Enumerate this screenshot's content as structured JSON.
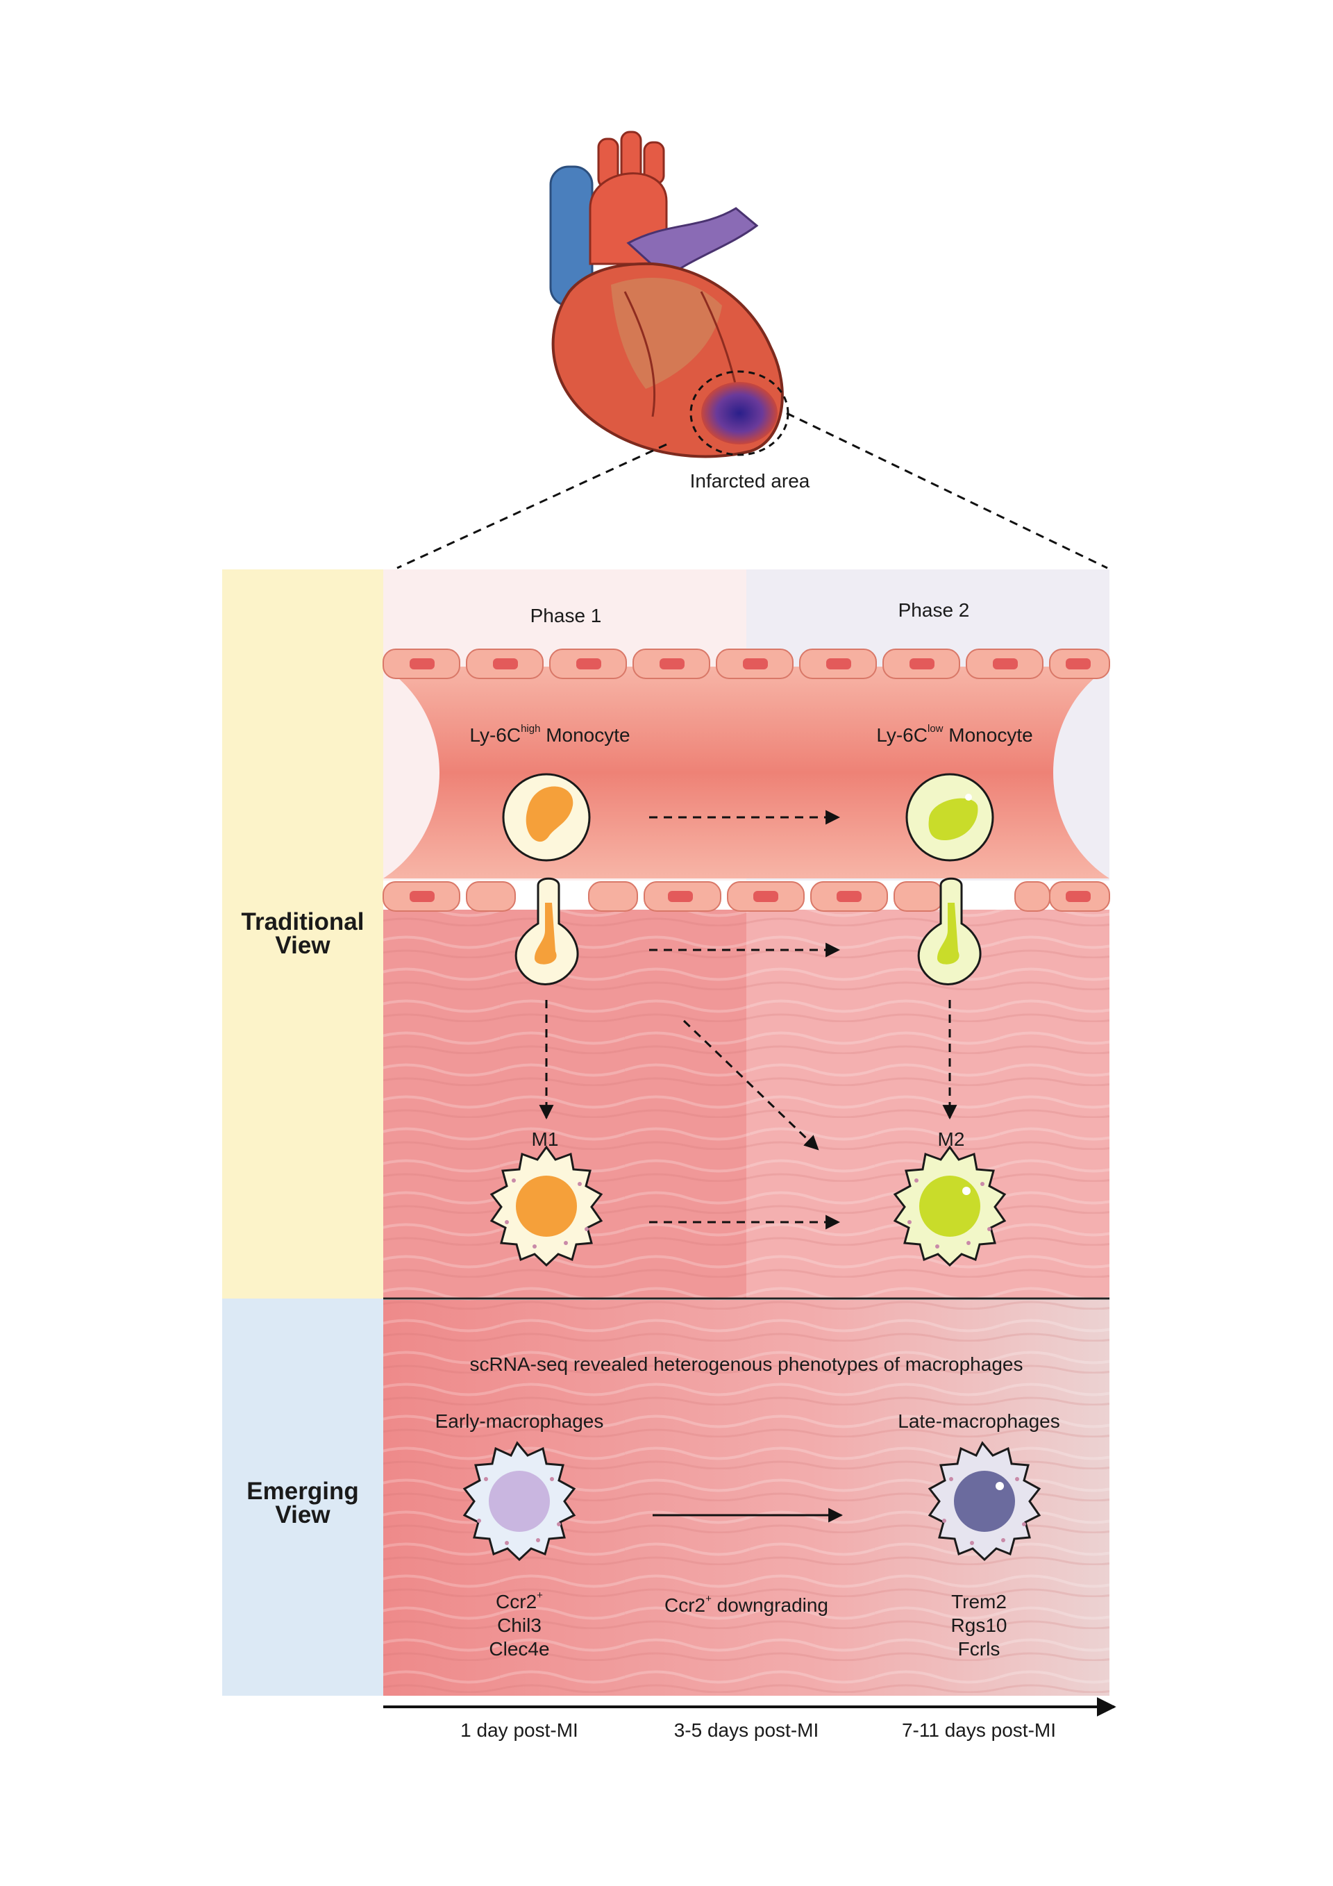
{
  "heart": {
    "infarct_label": "Infarcted area"
  },
  "side_labels": {
    "traditional_line1": "Traditional",
    "traditional_line2": "View",
    "emerging_line1": "Emerging",
    "emerging_line2": "View"
  },
  "traditional": {
    "phase1": "Phase 1",
    "phase2": "Phase 2",
    "monocyte_high": {
      "prefix": "Ly-6C",
      "sup": "high",
      "suffix": " Monocyte",
      "color": "#f5a03a"
    },
    "monocyte_low": {
      "prefix": "Ly-6C",
      "sup": "low",
      "suffix": " Monocyte",
      "color": "#c9dc2a"
    },
    "m1": "M1",
    "m2": "M2"
  },
  "emerging": {
    "headline": "scRNA-seq revealed heterogenous phenotypes of macrophages",
    "early_title": "Early-macrophages",
    "late_title": "Late-macrophages",
    "early_markers": [
      {
        "text": "Ccr2",
        "sup": "+"
      },
      {
        "text": "Chil3",
        "sup": ""
      },
      {
        "text": "Clec4e",
        "sup": ""
      }
    ],
    "transition": {
      "text": "Ccr2",
      "sup": "+",
      "suffix": " downgrading"
    },
    "late_markers": [
      {
        "text": "Trem2",
        "sup": ""
      },
      {
        "text": "Rgs10",
        "sup": ""
      },
      {
        "text": "Fcrls",
        "sup": ""
      }
    ]
  },
  "timeline": [
    "1 day post-MI",
    "3-5 days post-MI",
    "7-11 days post-MI"
  ],
  "colors": {
    "traditional_panel": "#fcf3c9",
    "emerging_panel": "#dce9f5",
    "phase1_bg": "#fbeeee",
    "phase2_bg": "#efedf4",
    "tissue": "#ef9494",
    "early_nucleus": "#c9b6e0",
    "late_nucleus": "#6b6b9e"
  }
}
